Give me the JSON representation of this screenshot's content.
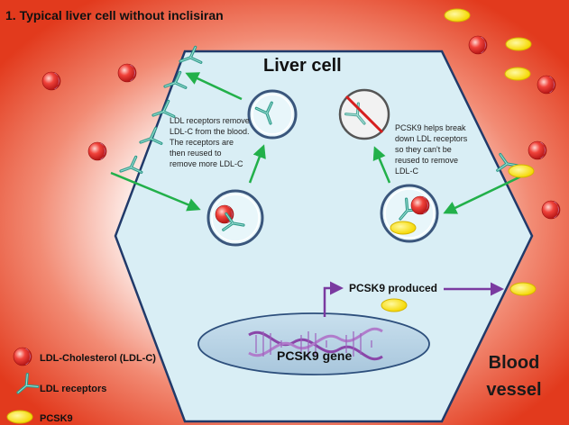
{
  "title": "1. Typical liver cell without inclisiran",
  "cell_label": "Liver cell",
  "vessel_label": [
    "Blood",
    "vessel"
  ],
  "notes": {
    "left": "LDL receptors remove LDL-C from the blood. The receptors are then reused to remove more LDL-C",
    "right": "PCSK9 helps break down LDL receptors so they can't be reused to remove LDL-C"
  },
  "pcsk9_produced": "PCSK9 produced",
  "gene_label": "PCSK9 gene",
  "legend": [
    {
      "label": "LDL-Cholesterol (LDL-C)",
      "icon": "ldl-cholesterol-icon"
    },
    {
      "label": "LDL receptors",
      "icon": "ldl-receptor-icon"
    },
    {
      "label": "PCSK9",
      "icon": "pcsk9-icon"
    }
  ],
  "colors": {
    "background_red": "#e8391f",
    "cell_fill": "#d9eef5",
    "arrow_green": "#22b04a",
    "arrow_purple": "#7a3aa0",
    "receptor_teal": "#2e9a8a",
    "pcsk9_yellow": "#ffe81a"
  }
}
